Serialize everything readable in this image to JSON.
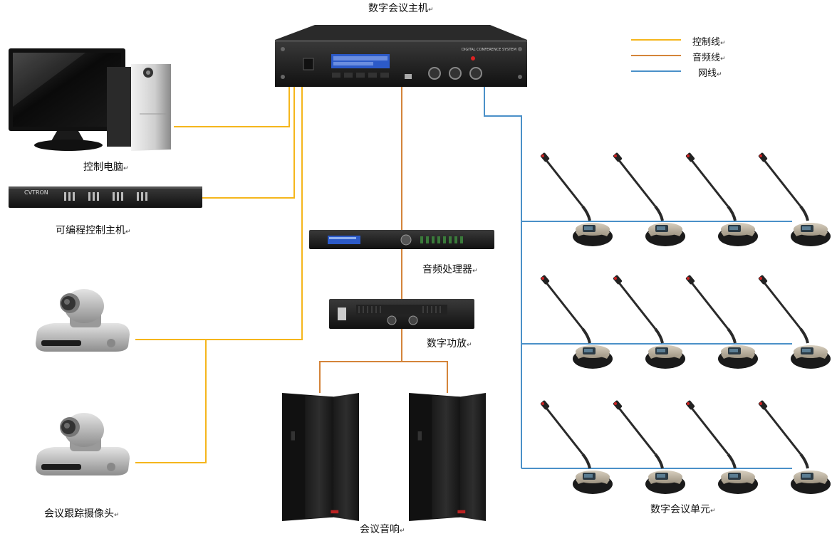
{
  "labels": {
    "host": "数字会议主机",
    "pc": "控制电脑",
    "prog": "可编程控制主机",
    "proc": "音频处理器",
    "amp": "数字功放",
    "speaker": "会议音响",
    "camera": "会议跟踪摄像头",
    "units": "数字会议单元",
    "mark": "↵"
  },
  "legend": [
    {
      "label": "控制线",
      "color": "#F5B61C"
    },
    {
      "label": "音频线",
      "color": "#D4843A"
    },
    {
      "label": "网线",
      "color": "#4A90C8"
    }
  ],
  "device_text": {
    "host_panel": "DIGITAL CONFERENCE SYSTEM",
    "prog_brand": "CVTRON"
  },
  "colors": {
    "control": "#F5B61C",
    "audio": "#D4843A",
    "network": "#4A90C8",
    "device_dark": "#1E1E1E",
    "lcd": "#2C5AC8"
  },
  "icons": {
    "pc": "desktop-computer-icon",
    "camera": "ptz-camera-icon",
    "speaker": "loudspeaker-icon",
    "mic": "gooseneck-microphone-icon"
  }
}
